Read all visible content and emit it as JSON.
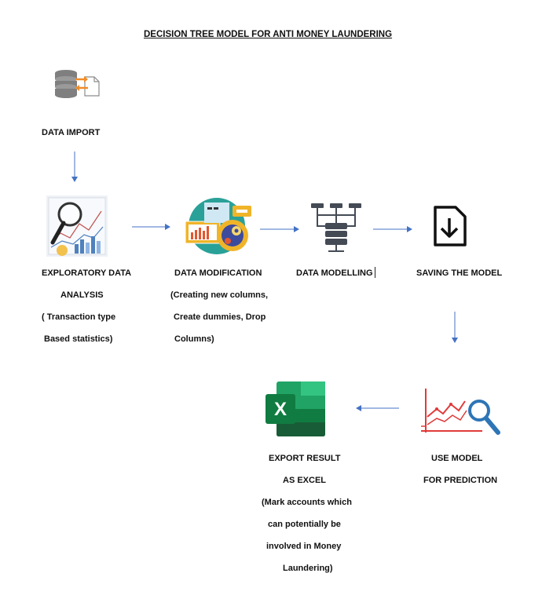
{
  "title": "DECISION TREE MODEL FOR ANTI MONEY LAUNDERING",
  "steps": {
    "import": {
      "lines": [
        "DATA IMPORT"
      ],
      "icon": "database-transfer-icon"
    },
    "eda": {
      "lines": [
        "EXPLORATORY DATA",
        "ANALYSIS",
        "( Transaction type",
        "Based statistics)"
      ],
      "icon": "magnifier-chart-icon"
    },
    "modification": {
      "lines": [
        "DATA MODIFICATION",
        "(Creating new columns,",
        "Create dummies, Drop",
        "Columns)"
      ],
      "icon": "data-gear-icon"
    },
    "modelling": {
      "lines": [
        "DATA MODELLING"
      ],
      "icon": "server-tree-icon"
    },
    "saving": {
      "lines": [
        "SAVING THE MODEL"
      ],
      "icon": "file-download-icon"
    },
    "predict": {
      "lines": [
        "USE MODEL",
        "FOR PREDICTION"
      ],
      "icon": "chart-search-icon"
    },
    "export": {
      "lines": [
        "EXPORT RESULT",
        "AS EXCEL",
        "(Mark accounts which",
        "can potentially be",
        "involved in Money",
        "Laundering)"
      ],
      "icon": "excel-icon"
    }
  },
  "colors": {
    "arrow": "#4472c4",
    "excel_dark": "#185c37",
    "excel_mid": "#21a366",
    "excel_light": "#33c481",
    "chart_red": "#e03a3a",
    "search_blue": "#2e75b6"
  }
}
